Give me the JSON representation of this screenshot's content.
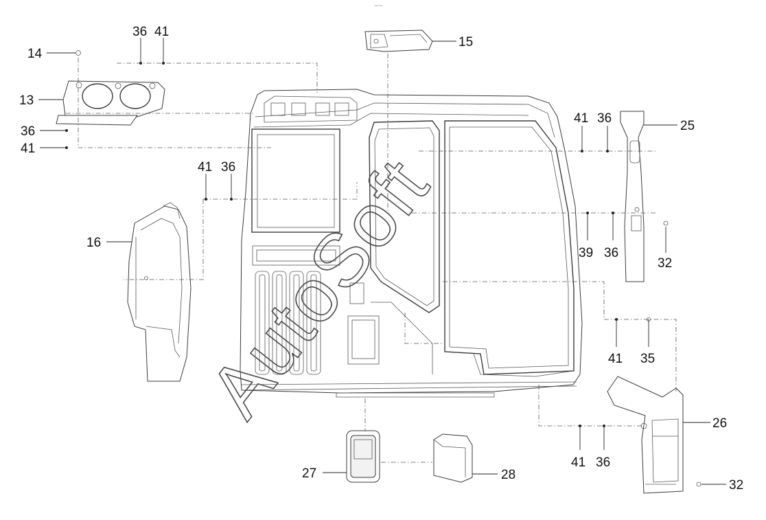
{
  "diagram": {
    "type": "exploded parts diagram",
    "watermark": "AutoSoft",
    "header_mark": "~~",
    "callouts": [
      "14",
      "13",
      "36",
      "41",
      "36",
      "41",
      "15",
      "16",
      "41",
      "36",
      "41",
      "36",
      "25",
      "39",
      "36",
      "32",
      "41",
      "35",
      "26",
      "41",
      "36",
      "27",
      "28",
      "32"
    ]
  }
}
